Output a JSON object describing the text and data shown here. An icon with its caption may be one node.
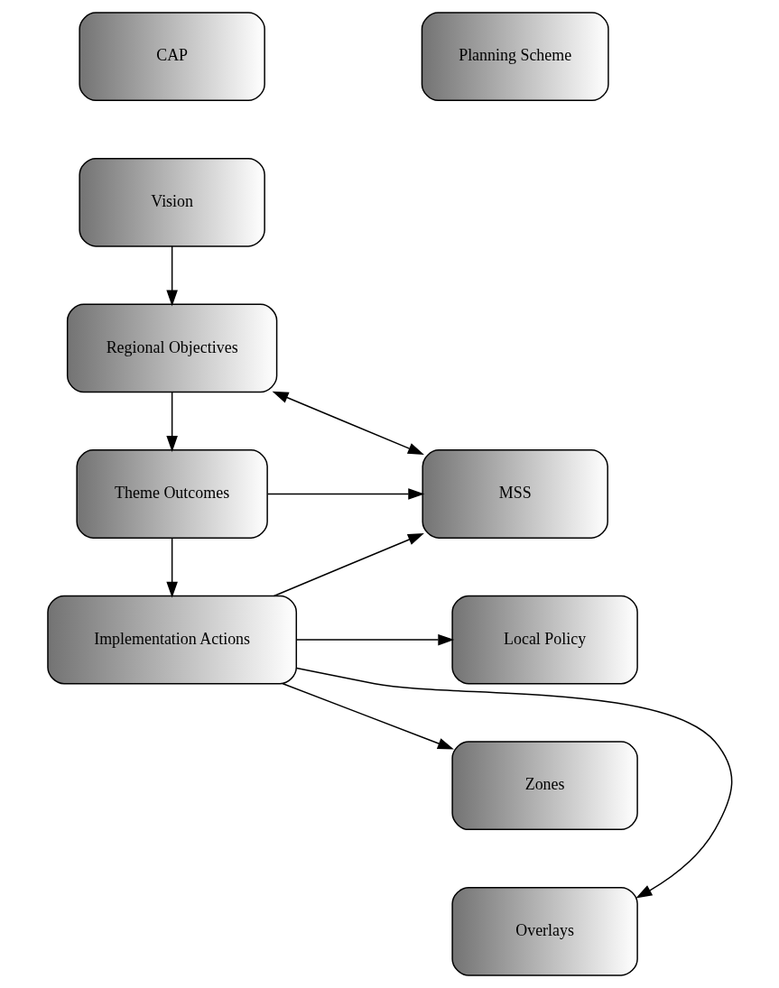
{
  "diagram": {
    "nodes": [
      {
        "text": [
          "CAP"
        ]
      },
      {
        "text": [
          "Planning Scheme"
        ]
      },
      {
        "text": [
          "Vision"
        ]
      },
      {
        "text": [
          "Regional Objectives"
        ]
      },
      {
        "text": [
          "Theme Outcomes"
        ]
      },
      {
        "text": [
          "Implementation Actions"
        ]
      },
      {
        "text": [
          "MSS"
        ]
      },
      {
        "text": [
          "Local Policy"
        ]
      },
      {
        "text": [
          "Zones"
        ]
      },
      {
        "text": [
          "Overlays"
        ]
      }
    ],
    "edges": [
      {
        "from": 2,
        "to": 3,
        "arrow": "to"
      },
      {
        "from": 3,
        "to": 4,
        "arrow": "to"
      },
      {
        "from": 4,
        "to": 5,
        "arrow": "to"
      },
      {
        "from": 3,
        "to": 6,
        "arrow": "both"
      },
      {
        "from": 4,
        "to": 6,
        "arrow": "to"
      },
      {
        "from": 5,
        "to": 6,
        "arrow": "to"
      },
      {
        "from": 5,
        "to": 7,
        "arrow": "to"
      },
      {
        "from": 5,
        "to": 8,
        "arrow": "to"
      },
      {
        "from": 5,
        "to": 9,
        "arrow": "to"
      }
    ]
  }
}
